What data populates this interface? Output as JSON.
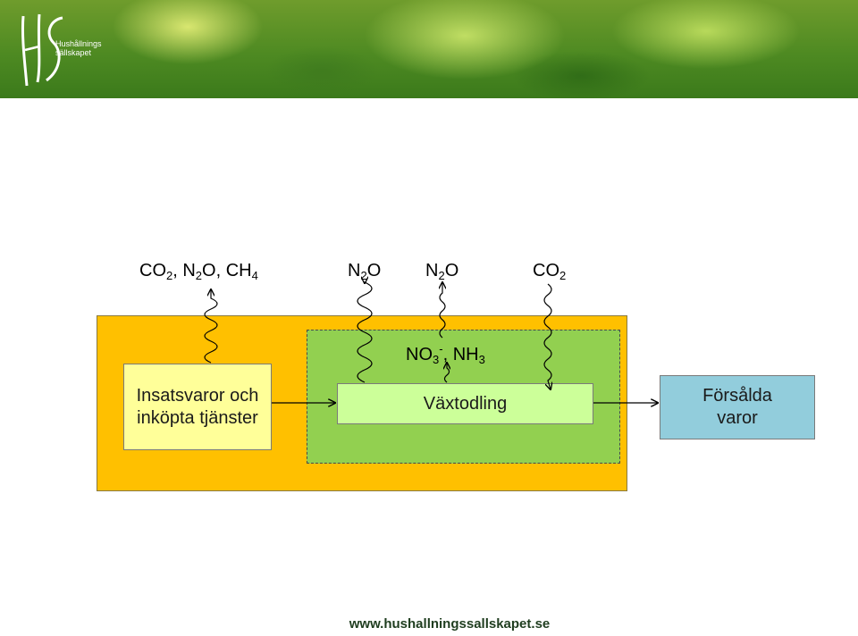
{
  "header": {
    "logo_line1": "Hushållnings",
    "logo_line2": "sällskapet"
  },
  "emissions": {
    "label_1": {
      "a": "CO",
      "a_sub": "2",
      "b": ", N",
      "b_sub": "2",
      "c": "O, CH",
      "c_sub": "4"
    },
    "label_2": {
      "a": "N",
      "a_sub": "2",
      "b": "O"
    },
    "label_3": {
      "a": "N",
      "a_sub": "2",
      "b": "O"
    },
    "label_4": {
      "a": "CO",
      "a_sub": "2"
    }
  },
  "nutrients": {
    "a": "NO",
    "a_sub": "3",
    "a_sup": "-",
    "b": ", NH",
    "b_sub": "3"
  },
  "boxes": {
    "inputs": "Insatsvaror och inköpta tjänster",
    "crop": "Växtodling",
    "sold": "Försålda varor"
  },
  "colors": {
    "farm_fill": "#ffc000",
    "field_fill": "#92d050",
    "input_fill": "#ffff99",
    "crop_fill": "#ccff99",
    "sold_fill": "#92cddc"
  },
  "footer": {
    "url": "www.hushallningssallskapet.se"
  }
}
